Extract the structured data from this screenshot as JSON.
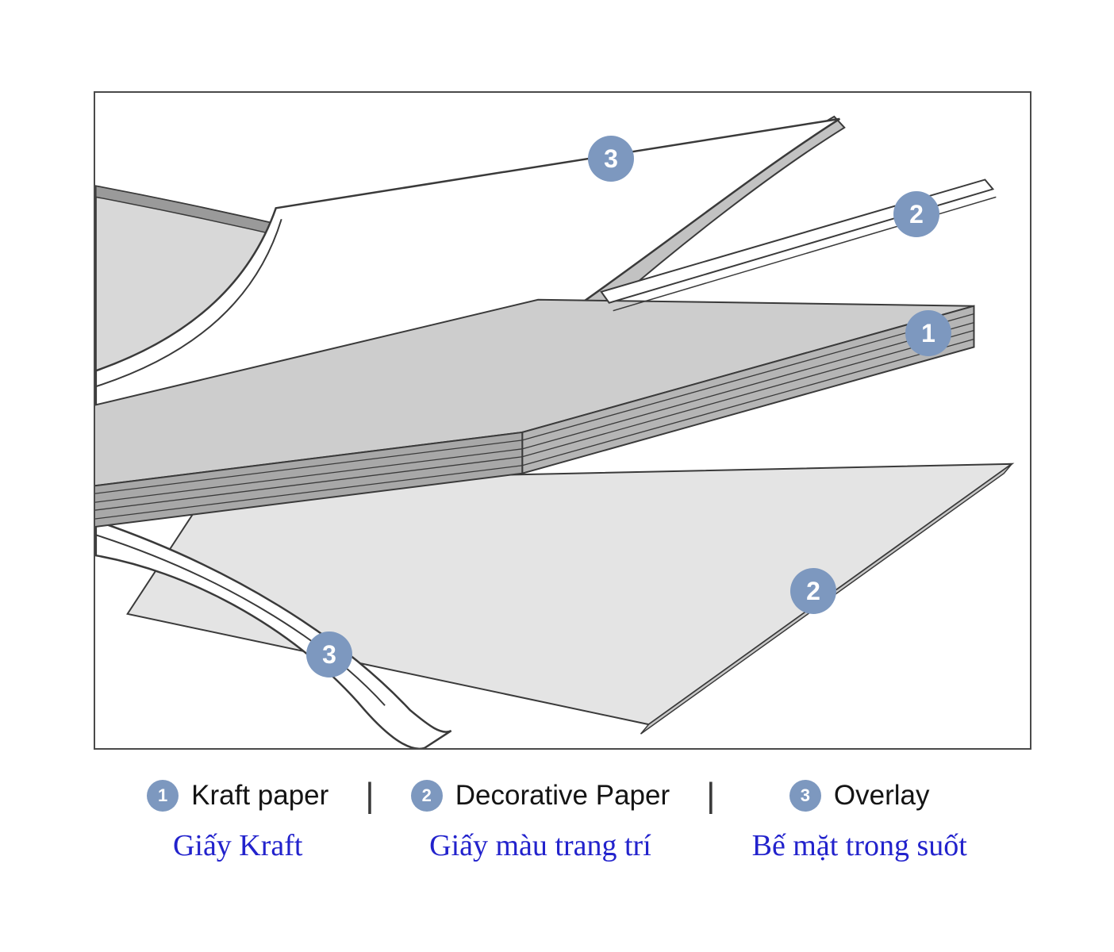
{
  "colors": {
    "badge_fill": "#7d98bf",
    "badge_text": "#ffffff",
    "english_text": "#141414",
    "vietnamese_text": "#2222cc",
    "outline": "#3a3a3a"
  },
  "diagram": {
    "badges": [
      {
        "name": "overlay-top-badge",
        "label": "3"
      },
      {
        "name": "decorative-paper-top-badge",
        "label": "2"
      },
      {
        "name": "kraft-paper-badge",
        "label": "1"
      },
      {
        "name": "decorative-paper-bottom-badge",
        "label": "2"
      },
      {
        "name": "overlay-bottom-badge",
        "label": "3"
      }
    ],
    "layers": [
      {
        "name": "overlay-sheet-top"
      },
      {
        "name": "decorative-paper-sheet-top"
      },
      {
        "name": "kraft-paper-stack"
      },
      {
        "name": "decorative-paper-sheet-bottom"
      },
      {
        "name": "overlay-sheet-bottom"
      }
    ]
  },
  "legend": {
    "separator": "|",
    "items": [
      {
        "number": "1",
        "label_en": "Kraft paper",
        "label_vi": "Giấy Kraft"
      },
      {
        "number": "2",
        "label_en": "Decorative Paper",
        "label_vi": "Giấy màu trang trí"
      },
      {
        "number": "3",
        "label_en": "Overlay",
        "label_vi": "Bế mặt trong suốt"
      }
    ]
  }
}
